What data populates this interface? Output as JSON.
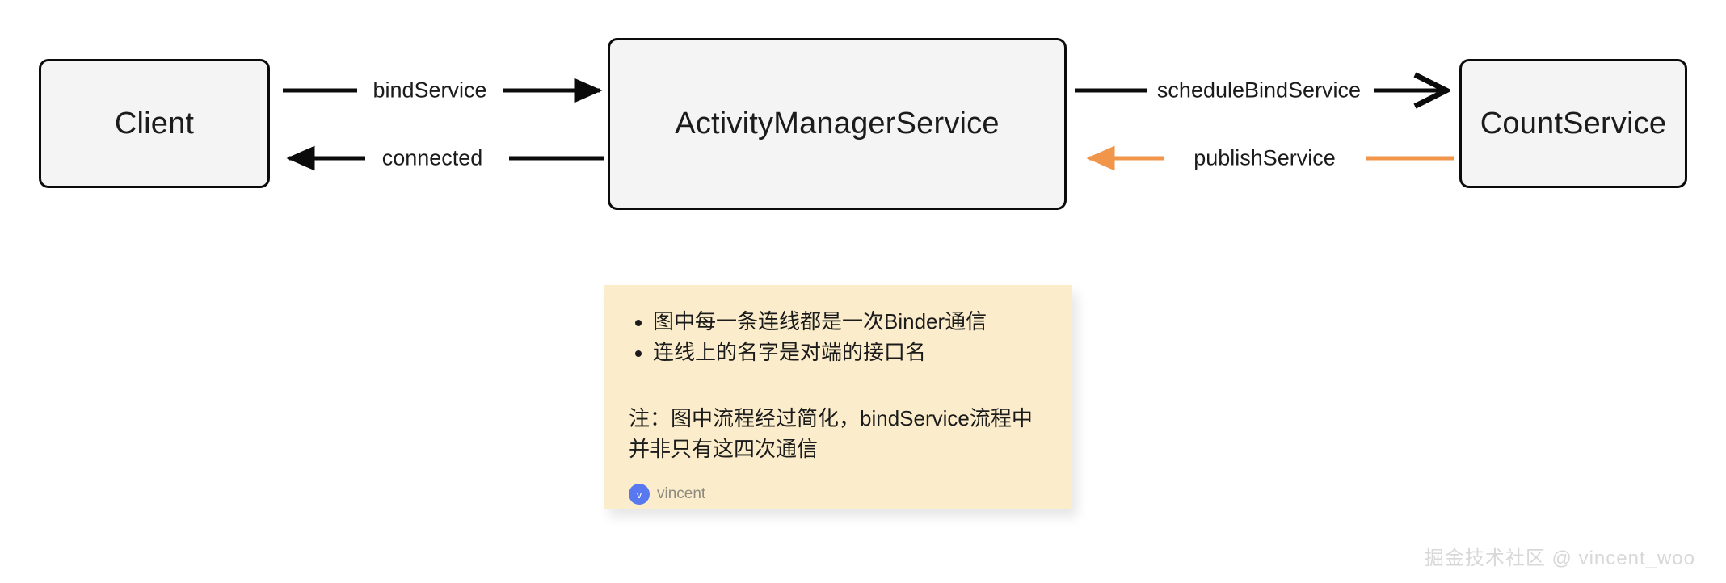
{
  "diagram": {
    "type": "flow-diagram",
    "nodes": [
      {
        "id": "client",
        "label": "Client"
      },
      {
        "id": "ams",
        "label": "ActivityManagerService"
      },
      {
        "id": "count",
        "label": "CountService"
      }
    ],
    "edges": [
      {
        "id": "bindService",
        "label": "bindService",
        "from": "client",
        "to": "ams",
        "direction": "right",
        "color": "#0b0b0b",
        "arrowhead": "solid"
      },
      {
        "id": "connected",
        "label": "connected",
        "from": "ams",
        "to": "client",
        "direction": "left",
        "color": "#0b0b0b",
        "arrowhead": "solid"
      },
      {
        "id": "scheduleBindService",
        "label": "scheduleBindService",
        "from": "ams",
        "to": "count",
        "direction": "right",
        "color": "#0b0b0b",
        "arrowhead": "open"
      },
      {
        "id": "publishService",
        "label": "publishService",
        "from": "count",
        "to": "ams",
        "direction": "left",
        "color": "#f0954a",
        "arrowhead": "solid"
      }
    ]
  },
  "note": {
    "bullets": [
      "图中每一条连线都是一次Binder通信",
      "连线上的名字是对端的接口名"
    ],
    "paragraph": "注：图中流程经过简化，bindService流程中并非只有这四次通信",
    "author": {
      "initial": "v",
      "name": "vincent"
    },
    "background_color": "#fbedcb"
  },
  "watermark": {
    "text": "掘金技术社区 @ vincent_woo"
  },
  "colors": {
    "node_fill": "#f4f4f4",
    "node_stroke": "#0b0b0b",
    "accent_orange": "#f0954a",
    "note_bg": "#fbedcb",
    "avatar_blue": "#5878f0"
  }
}
